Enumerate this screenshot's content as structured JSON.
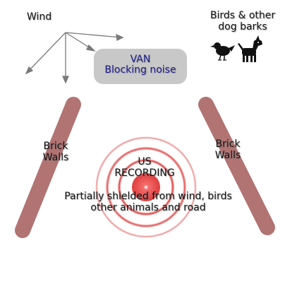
{
  "labels": {
    "wind": "Wind",
    "birds": [
      "Birds & other",
      "dog barks"
    ],
    "van": [
      "VAN",
      "Blocking noise"
    ],
    "brick_left": [
      "Brick",
      "Walls"
    ],
    "brick_right": [
      "Brick",
      "Walls"
    ],
    "us": [
      "US",
      "RECORDING"
    ],
    "shield": [
      "Partially shielded from wind, birds",
      "other animals and road"
    ]
  },
  "icons": [
    "bird-icon",
    "dog-icon",
    "wind-arrows-icon"
  ],
  "colors": {
    "wall": "#b87878",
    "van": "#c8c8c8",
    "van_text": "#1a1a8a",
    "rings": "#e05050",
    "center": "#e84848"
  }
}
